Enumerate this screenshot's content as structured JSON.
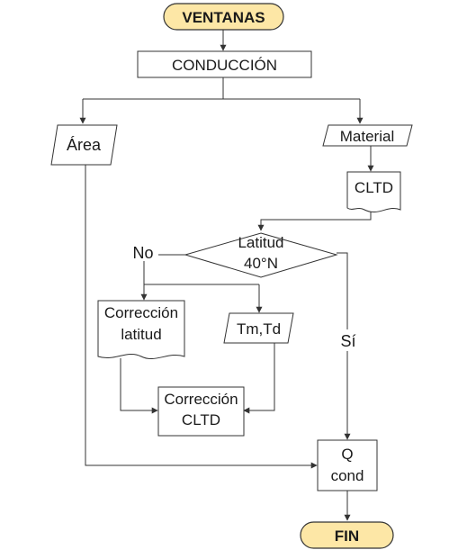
{
  "diagram": {
    "start_label": "VENTANAS",
    "conduccion_label": "CONDUCCIÓN",
    "area_label": "Área",
    "material_label": "Material",
    "cltd_label": "CLTD",
    "decision_line1": "Latitud",
    "decision_line2": "40°N",
    "no_label": "No",
    "si_label": "Sí",
    "corr_lat_line1": "Corrección",
    "corr_lat_line2": "latitud",
    "tm_td_label": "Tm,Td",
    "corr_cltd_line1": "Corrección",
    "corr_cltd_line2": "CLTD",
    "q_line1": "Q",
    "q_line2": "cond",
    "end_label": "FIN"
  },
  "colors": {
    "terminal_fill": "#fde7a6",
    "stroke": "#333333",
    "background": "#ffffff"
  }
}
